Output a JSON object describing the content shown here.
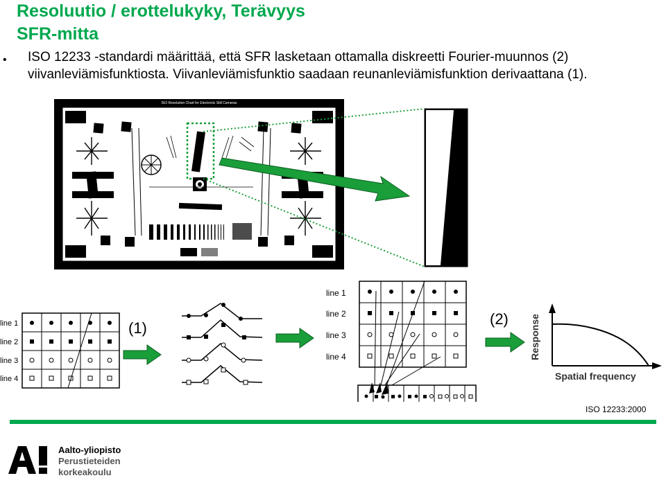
{
  "title": {
    "line1": "Resoluutio / erottelukyky, Terävyys",
    "line2": "SFR-mitta"
  },
  "bullet": {
    "marker": "•",
    "line1": "ISO 12233 -standardi määrittää, että SFR lasketaan ottamalla diskreetti Fourier-muunnos (2)",
    "line2": "viivanleviämisfunktiosta. Viivanleviämisfunktio saadaan reunanleviämisfunktion derivaattana (1)."
  },
  "figure": {
    "step1_label": "(1)",
    "step2_label": "(2)",
    "line_labels": [
      "line 1",
      "line 2",
      "line 3",
      "line 4"
    ],
    "response_axis_label": "Response",
    "frequency_axis_label": "Spatial frequency",
    "chart_top_text": "ISO Resolution Chart for Electronic Still Cameras"
  },
  "reference": "ISO 12233:2000",
  "logo": {
    "mark": "A!",
    "line1": "Aalto-yliopisto",
    "line2": "Perustieteiden",
    "line3": "korkeakoulu"
  },
  "colors": {
    "title_green": "#00a84e",
    "arrow_green": "#1a9e3a",
    "arrow_outline": "#0b5e20",
    "logo_gray": "#555555"
  }
}
